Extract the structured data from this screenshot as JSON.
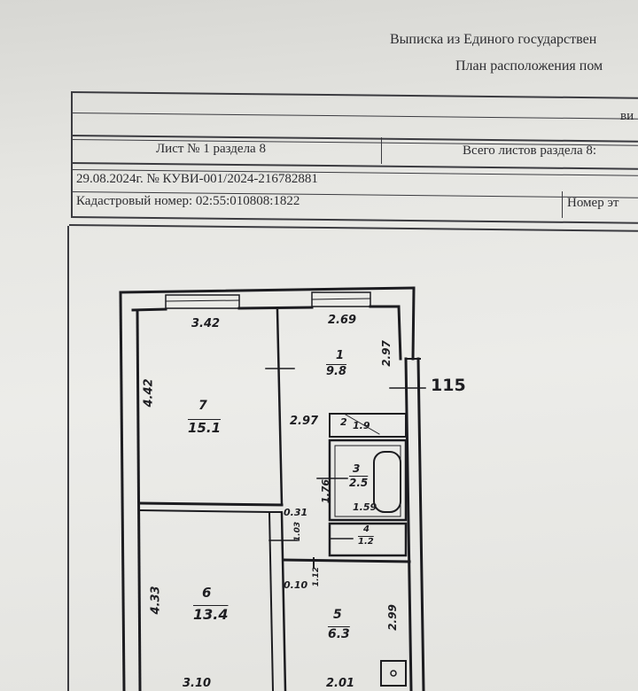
{
  "header": {
    "line1": "Выписка из Единого государствен",
    "line2": "План расположения пом"
  },
  "form": {
    "row_right_fragment": "ви",
    "sheet_label": "Лист № 1 раздела 8",
    "total_sheets_label": "Всего листов раздела 8:",
    "date_number": "29.08.2024г. № КУВИ-001/2024-216782881",
    "cadastral": "Кадастровый номер: 02:55:010808:1822",
    "floor_fragment": "Номер эт"
  },
  "plan": {
    "rooms": [
      {
        "number": "7",
        "area": "15.1"
      },
      {
        "number": "1",
        "area": "9.8"
      },
      {
        "number": "2",
        "area": "1.9"
      },
      {
        "number": "3",
        "area": "2.5"
      },
      {
        "number": "4",
        "area": "1.2"
      },
      {
        "number": "6",
        "area": "13.4"
      },
      {
        "number": "5",
        "area": "6.3"
      }
    ],
    "dimensions": {
      "d_3_42": "3.42",
      "d_2_69": "2.69",
      "d_4_42": "4.42",
      "d_2_97a": "2.97",
      "d_2_97b": "2.97",
      "d_1_76": "1.76",
      "d_1_59": "1.59",
      "d_0_31": "0.31",
      "d_1_03": "1.03",
      "d_0_10": "0.10",
      "d_1_12": "1.12",
      "d_4_33": "4.33",
      "d_2_99": "2.99",
      "d_3_10": "3.10",
      "d_2_01": "2.01"
    },
    "elevation_mark": "115"
  }
}
